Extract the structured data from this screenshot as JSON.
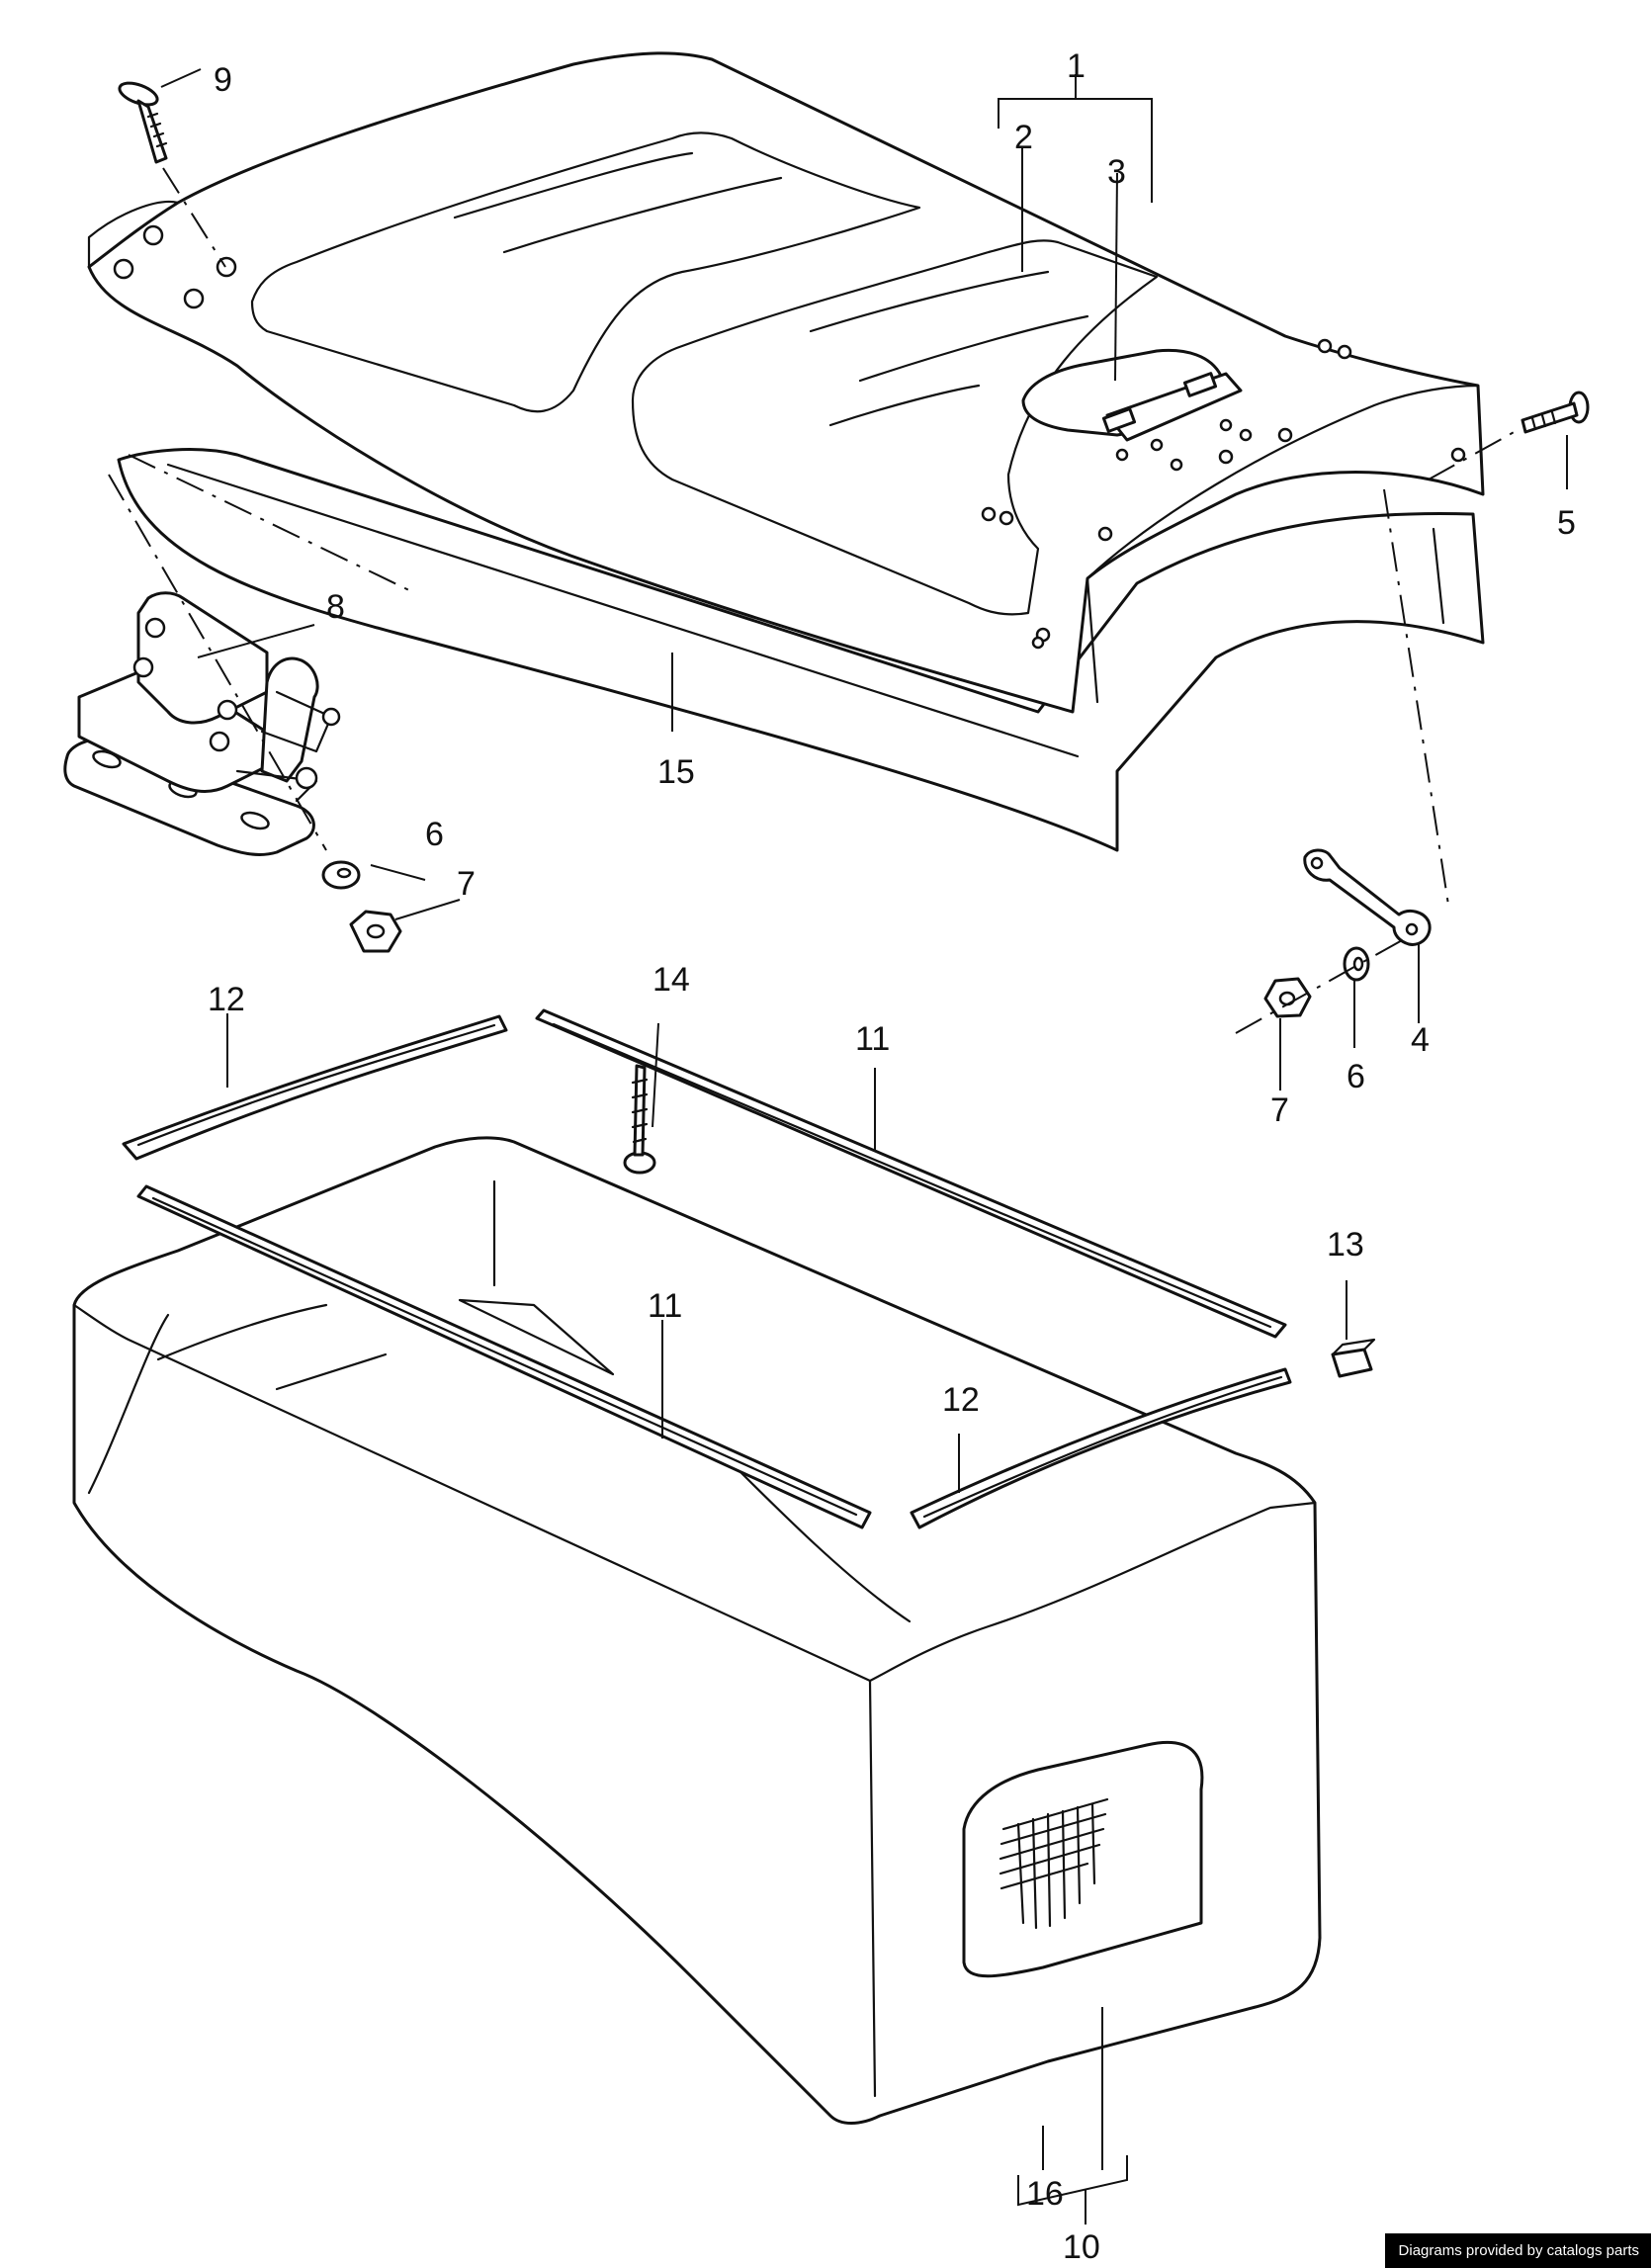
{
  "callouts": {
    "c1": "1",
    "c2": "2",
    "c3": "3",
    "c4": "4",
    "c5": "5",
    "c6a": "6",
    "c6b": "6",
    "c7a": "7",
    "c7b": "7",
    "c8": "8",
    "c9": "9",
    "c10": "10",
    "c11a": "11",
    "c11b": "11",
    "c12a": "12",
    "c12b": "12",
    "c13": "13",
    "c14": "14",
    "c15": "15",
    "c16": "16"
  },
  "credit": "Diagrams provided by catalogs parts",
  "colors": {
    "ink": "#111111",
    "paper": "#ffffff",
    "credit_bg": "#000000"
  }
}
